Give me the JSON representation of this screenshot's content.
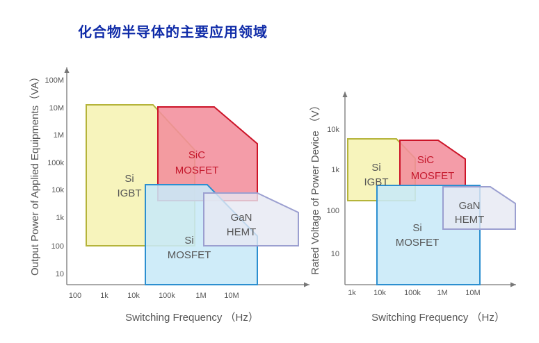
{
  "title": "化合物半导体的主要应用领域",
  "colors": {
    "si_igbt_fill": "#f6f3b6",
    "si_igbt_stroke": "#b5b43a",
    "sic_fill": "#f28e9c",
    "sic_stroke": "#cc1428",
    "si_mosfet_fill": "#c8e9f8",
    "si_mosfet_stroke": "#2c8fd0",
    "gan_fill": "#e6e8f3",
    "gan_stroke": "#9b9fd0",
    "axis": "#777777"
  },
  "left_chart": {
    "y_axis_title": "Output Power of Applied Equipments（VA）",
    "x_axis_title": "Switching Frequency （Hz）",
    "y_ticks": [
      "100M",
      "10M",
      "1M",
      "100k",
      "10k",
      "1k",
      "100",
      "10"
    ],
    "x_ticks": [
      "100",
      "1k",
      "10k",
      "100k",
      "1M",
      "10M"
    ],
    "regions": {
      "si_igbt": {
        "line1": "Si",
        "line2": "IGBT"
      },
      "sic_mosfet": {
        "line1": "SiC",
        "line2": "MOSFET"
      },
      "si_mosfet": {
        "line1": "Si",
        "line2": "MOSFET"
      },
      "gan_hemt": {
        "line1": "GaN",
        "line2": "HEMT"
      }
    }
  },
  "right_chart": {
    "y_axis_title": "Rated Voltage of Power Device （V）",
    "x_axis_title": "Switching Frequency （Hz）",
    "y_ticks": [
      "10k",
      "1k",
      "100",
      "10"
    ],
    "x_ticks": [
      "1k",
      "10k",
      "100k",
      "1M",
      "10M"
    ],
    "regions": {
      "si_igbt": {
        "line1": "Si",
        "line2": "IGBT"
      },
      "sic_mosfet": {
        "line1": "SiC",
        "line2": "MOSFET"
      },
      "si_mosfet": {
        "line1": "Si",
        "line2": "MOSFET"
      },
      "gan_hemt": {
        "line1": "GaN",
        "line2": "HEMT"
      }
    }
  }
}
